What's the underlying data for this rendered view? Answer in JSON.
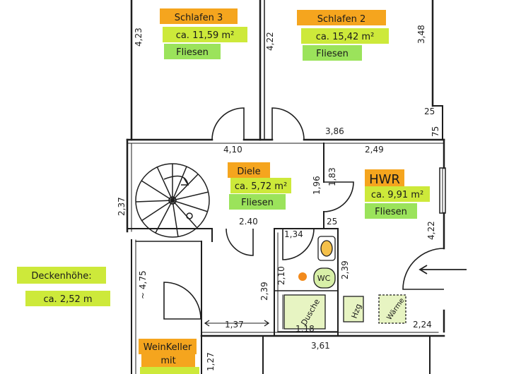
{
  "rooms": {
    "schlafen3": {
      "name": "Schlafen 3",
      "area": "ca. 11,59 m²",
      "floor": "Fliesen"
    },
    "schlafen2": {
      "name": "Schlafen 2",
      "area": "ca. 15,42 m²",
      "floor": "Fliesen"
    },
    "diele": {
      "name": "Diele",
      "area": "ca. 5,72 m²",
      "floor": "Fliesen"
    },
    "hwr": {
      "name": "HWR",
      "area": "ca. 9,91 m²",
      "floor": "Fliesen"
    },
    "weinkeller": {
      "name": "WeinKeller",
      "line2": "mit"
    }
  },
  "ceiling": {
    "label": "Deckenhöhe:",
    "value": "ca. 2,52 m"
  },
  "fixtures": {
    "wc": "WC",
    "dusche": "Dusche",
    "hzg": "Hzg",
    "waerme": "Wärme"
  },
  "dimensions": {
    "d_4_23": "4,23",
    "d_4_22_top": "4,22",
    "d_3_48": "3,48",
    "d_25_a": "25",
    "d_75": "75",
    "d_3_86": "3,86",
    "d_4_10": "4,10",
    "d_2_49": "2,49",
    "d_1_96": "1,96",
    "d_1_83": "1,83",
    "d_2_37": "2,37",
    "d_2_40": "2.40",
    "d_25_b": "25",
    "d_1_34": "1,34",
    "d_4_22_right": "4,22",
    "d_2_10": "2,10",
    "d_2_39_a": "2,39",
    "d_2_39_b": "2,39",
    "d_4_75": "~ 4,75",
    "d_1_37": "1,37",
    "d_1_18": "1,18",
    "d_2_24": "2,24",
    "d_3_61": "3,61",
    "d_1_27": "1,27"
  }
}
